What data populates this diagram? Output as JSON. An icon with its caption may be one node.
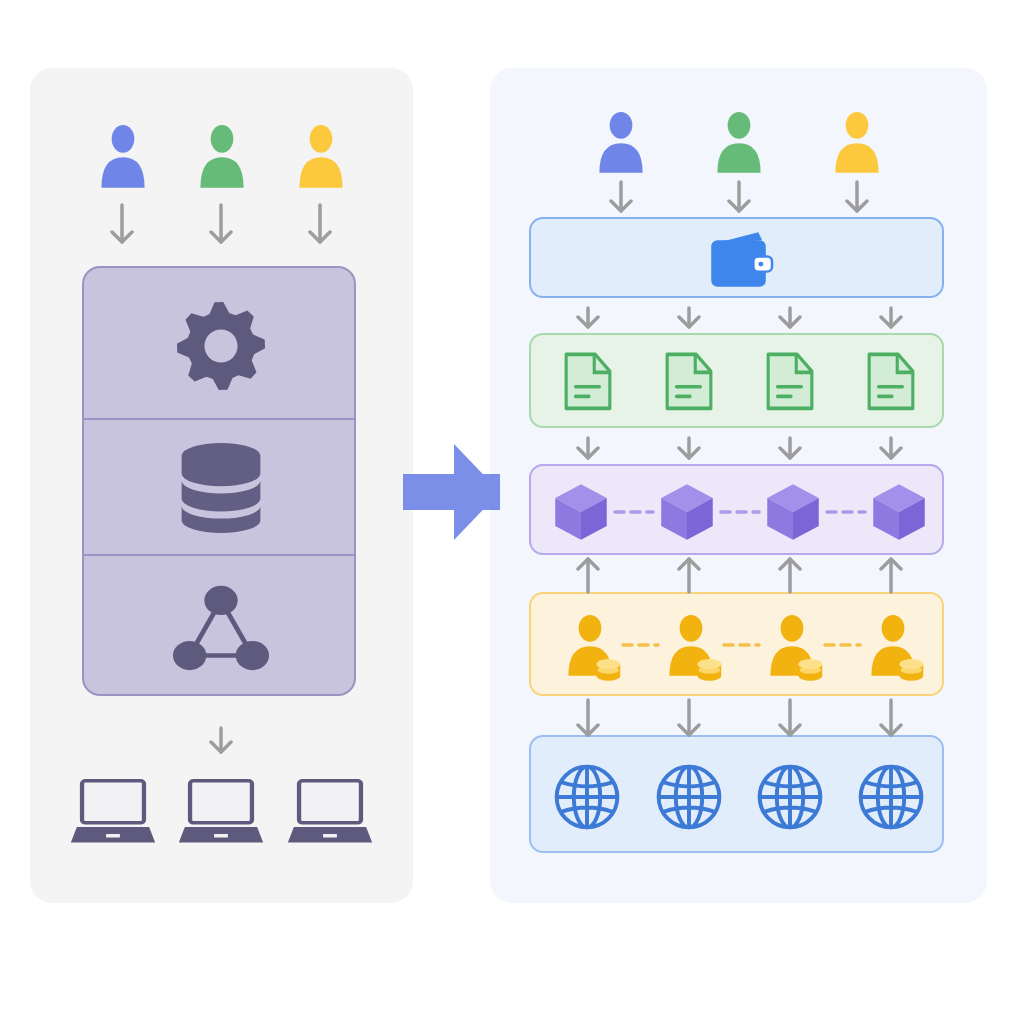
{
  "diagram": {
    "nodes": [
      {
        "text": [],
        "shape": "box"
      },
      {
        "text": [],
        "shape": "person",
        "in": 0
      },
      {
        "text": [],
        "shape": "person",
        "in": 0
      },
      {
        "text": [],
        "shape": "person",
        "in": 0
      },
      {
        "text": [],
        "shape": "box",
        "in": 0
      },
      {
        "text": [],
        "shape": "gear",
        "in": 4
      },
      {
        "text": [],
        "shape": "cylinder",
        "in": 4
      },
      {
        "text": [],
        "shape": "network",
        "in": 4
      },
      {
        "text": [],
        "shape": "laptop",
        "in": 0
      },
      {
        "text": [],
        "shape": "laptop",
        "in": 0
      },
      {
        "text": [],
        "shape": "laptop",
        "in": 0
      },
      {
        "text": [],
        "shape": "box"
      },
      {
        "text": [],
        "shape": "person",
        "in": 11
      },
      {
        "text": [],
        "shape": "person",
        "in": 11
      },
      {
        "text": [],
        "shape": "person",
        "in": 11
      },
      {
        "text": [],
        "shape": "box",
        "in": 11
      },
      {
        "text": [],
        "shape": "wallet",
        "in": 15
      },
      {
        "text": [],
        "shape": "box",
        "in": 11
      },
      {
        "text": [],
        "shape": "document",
        "in": 17
      },
      {
        "text": [],
        "shape": "document",
        "in": 17
      },
      {
        "text": [],
        "shape": "document",
        "in": 17
      },
      {
        "text": [],
        "shape": "document",
        "in": 17
      },
      {
        "text": [],
        "shape": "box",
        "in": 11
      },
      {
        "text": [],
        "shape": "cube",
        "in": 22
      },
      {
        "text": [],
        "shape": "cube",
        "in": 22
      },
      {
        "text": [],
        "shape": "cube",
        "in": 22
      },
      {
        "text": [],
        "shape": "cube",
        "in": 22
      },
      {
        "text": [],
        "shape": "box",
        "in": 11
      },
      {
        "text": [],
        "shape": "person",
        "in": 27
      },
      {
        "text": [],
        "shape": "person",
        "in": 27
      },
      {
        "text": [],
        "shape": "person",
        "in": 27
      },
      {
        "text": [],
        "shape": "person",
        "in": 27
      },
      {
        "text": [],
        "shape": "box",
        "in": 11
      },
      {
        "text": [],
        "shape": "globe",
        "in": 32
      },
      {
        "text": [],
        "shape": "globe",
        "in": 32
      },
      {
        "text": [],
        "shape": "globe",
        "in": 32
      },
      {
        "text": [],
        "shape": "globe",
        "in": 32
      }
    ],
    "edges": [
      {
        "from": 1,
        "to": 4,
        "arrow": "to"
      },
      {
        "from": 2,
        "to": 4,
        "arrow": "to"
      },
      {
        "from": 3,
        "to": 4,
        "arrow": "to"
      },
      {
        "from": 4,
        "to": 9,
        "arrow": "to"
      },
      {
        "from": 0,
        "to": 11,
        "arrow": "to",
        "style": "thick",
        "color": "#7b8ee8"
      },
      {
        "from": 12,
        "to": 15,
        "arrow": "to"
      },
      {
        "from": 13,
        "to": 15,
        "arrow": "to"
      },
      {
        "from": 14,
        "to": 15,
        "arrow": "to"
      },
      {
        "from": 15,
        "to": 17,
        "arrow": "to"
      },
      {
        "from": 15,
        "to": 17,
        "arrow": "to"
      },
      {
        "from": 15,
        "to": 17,
        "arrow": "to"
      },
      {
        "from": 15,
        "to": 17,
        "arrow": "to"
      },
      {
        "from": 17,
        "to": 22,
        "arrow": "to"
      },
      {
        "from": 17,
        "to": 22,
        "arrow": "to"
      },
      {
        "from": 17,
        "to": 22,
        "arrow": "to"
      },
      {
        "from": 17,
        "to": 22,
        "arrow": "to"
      },
      {
        "from": 27,
        "to": 22,
        "arrow": "to"
      },
      {
        "from": 27,
        "to": 22,
        "arrow": "to"
      },
      {
        "from": 27,
        "to": 22,
        "arrow": "to"
      },
      {
        "from": 27,
        "to": 22,
        "arrow": "to"
      },
      {
        "from": 27,
        "to": 32,
        "arrow": "to"
      },
      {
        "from": 27,
        "to": 32,
        "arrow": "to"
      },
      {
        "from": 27,
        "to": 32,
        "arrow": "to"
      },
      {
        "from": 27,
        "to": 32,
        "arrow": "to"
      },
      {
        "from": 23,
        "to": 24,
        "arrow": "none",
        "style": "dashed",
        "color": "#a99be8"
      },
      {
        "from": 24,
        "to": 25,
        "arrow": "none",
        "style": "dashed",
        "color": "#a99be8"
      },
      {
        "from": 25,
        "to": 26,
        "arrow": "none",
        "style": "dashed",
        "color": "#a99be8"
      },
      {
        "from": 28,
        "to": 29,
        "arrow": "none",
        "style": "dashed",
        "color": "#f5c04a"
      },
      {
        "from": 29,
        "to": 30,
        "arrow": "none",
        "style": "dashed",
        "color": "#f5c04a"
      },
      {
        "from": 30,
        "to": 31,
        "arrow": "none",
        "style": "dashed",
        "color": "#f5c04a"
      }
    ]
  }
}
